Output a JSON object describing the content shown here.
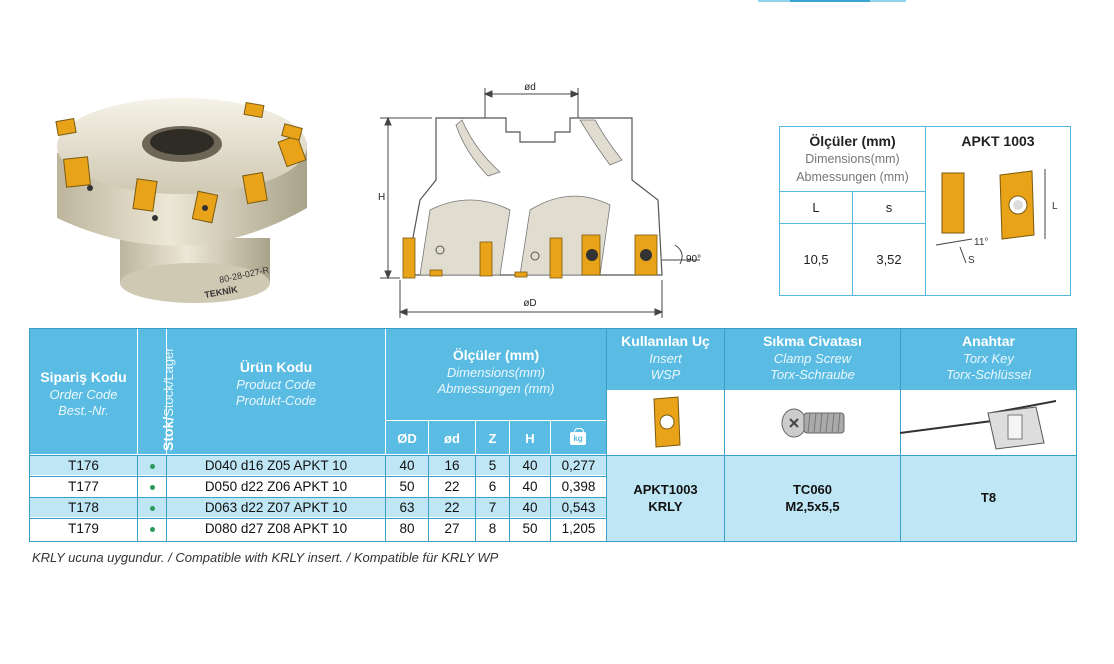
{
  "spec_box": {
    "title": "Ölçüler (mm)",
    "sub1": "Dimensions(mm)",
    "sub2": "Abmessungen (mm)",
    "insert_title": "APKT 1003",
    "col_l": "L",
    "col_s": "s",
    "val_l": "10,5",
    "val_s": "3,52",
    "angle": "11°",
    "s_mark": "S",
    "l_mark": "L"
  },
  "drawing": {
    "od_small": "ød",
    "od_big": "øD",
    "h": "H",
    "angle": "90°"
  },
  "product": {
    "engraving": "80-28-027-R",
    "brand": "TEKNİK"
  },
  "table": {
    "order": {
      "b": "Sipariş Kodu",
      "i1": "Order Code",
      "i2": "Best.-Nr."
    },
    "stock": {
      "b": "Stok/",
      "i": "Stock/Lager"
    },
    "product": {
      "b": "Ürün Kodu",
      "i1": "Product Code",
      "i2": "Produkt-Code"
    },
    "dims": {
      "b": "Ölçüler (mm)",
      "i1": "Dimensions(mm)",
      "i2": "Abmessungen (mm)"
    },
    "dim_cols": [
      "ØD",
      "ød",
      "Z",
      "H"
    ],
    "weight_icon": "kg",
    "insert": {
      "b": "Kullanılan Uç",
      "i1": "Insert",
      "i2": "WSP"
    },
    "screw": {
      "b": "Sıkma Civatası",
      "i1": "Clamp Screw",
      "i2": "Torx-Schraube"
    },
    "key": {
      "b": "Anahtar",
      "i1": "Torx Key",
      "i2": "Torx-Schlüssel"
    },
    "rows": [
      {
        "code": "T176",
        "product": "D040 d16 Z05 APKT 10",
        "D": "40",
        "d": "16",
        "Z": "5",
        "H": "40",
        "w": "0,277"
      },
      {
        "code": "T177",
        "product": "D050 d22 Z06 APKT 10",
        "D": "50",
        "d": "22",
        "Z": "6",
        "H": "40",
        "w": "0,398"
      },
      {
        "code": "T178",
        "product": "D063 d22 Z07 APKT 10",
        "D": "63",
        "d": "22",
        "Z": "7",
        "H": "40",
        "w": "0,543"
      },
      {
        "code": "T179",
        "product": "D080 d27 Z08 APKT 10",
        "D": "80",
        "d": "27",
        "Z": "8",
        "H": "50",
        "w": "1,205"
      }
    ],
    "insert_value": [
      "APKT1003",
      "KRLY"
    ],
    "screw_value": [
      "TC060",
      "M2,5x5,5"
    ],
    "key_value": "T8"
  },
  "footnote": "KRLY ucuna uygundur. / Compatible with KRLY insert. / Kompatible für KRLY WP",
  "colors": {
    "header": "#5bbce3",
    "row_alt": "#bfe6f5",
    "border": "#3a9fc8",
    "insert_gold": "#e8a318"
  }
}
